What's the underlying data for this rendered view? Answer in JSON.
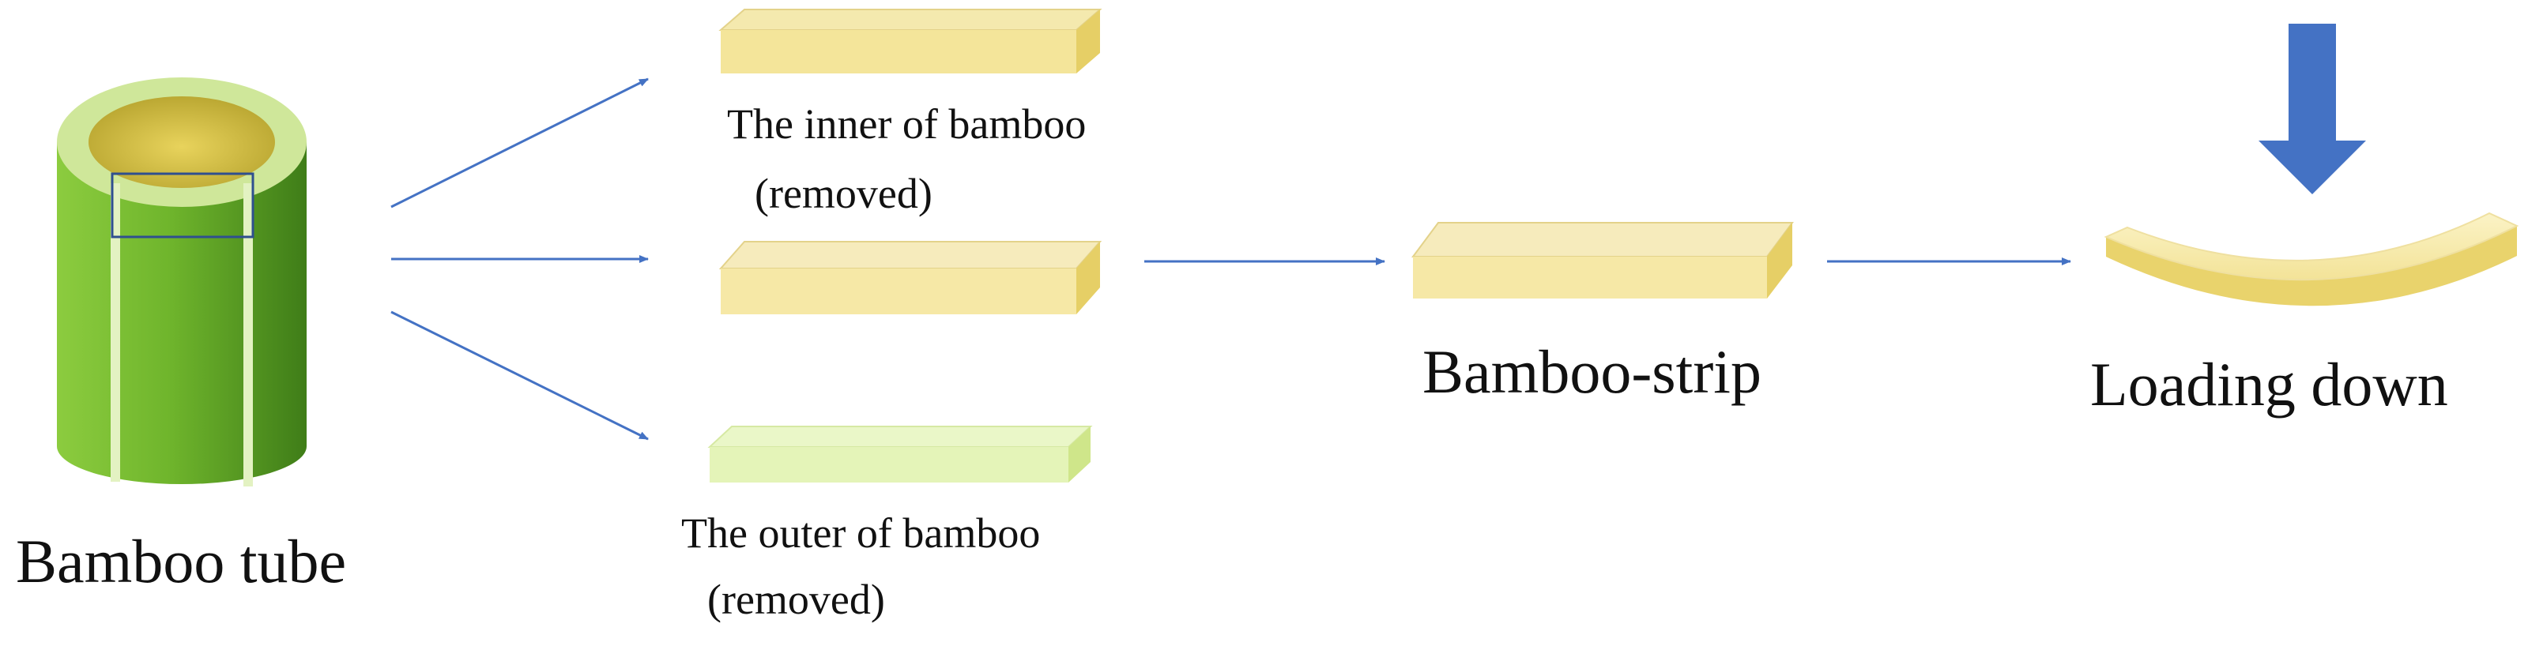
{
  "labels": {
    "tube": "Bamboo tube",
    "inner": "The inner of bamboo",
    "inner_note": "(removed)",
    "outer": "The outer of bamboo",
    "outer_note": "(removed)",
    "strip": "Bamboo-strip",
    "load": "Loading down"
  },
  "colors": {
    "tube_green": "#6fb52c",
    "strip_yellow": "#f6e9a9",
    "outer_green": "#e4f5b8",
    "arrow_blue": "#4472c4",
    "load_arrow": "#4472c4"
  }
}
